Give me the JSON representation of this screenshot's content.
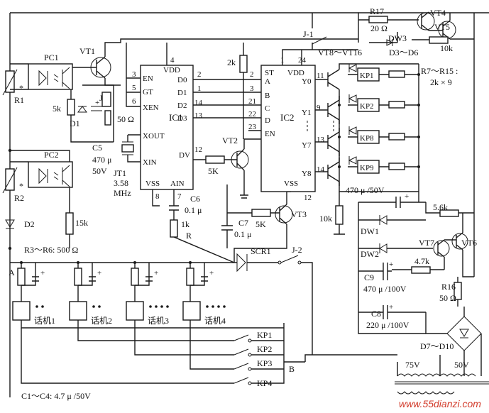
{
  "components": {
    "pc1": "PC1",
    "pc2": "PC2",
    "vt1": "VT1",
    "r1": "R1",
    "r2": "R2",
    "r_star1": "*",
    "r_star2": "*",
    "r_5k": "5k",
    "d1": "D1",
    "r_50": "50 Ω",
    "c5": "C5",
    "c5_val1": "470 μ",
    "c5_val2": "50V",
    "d2": "D2",
    "r_15k": "15k",
    "ic1": "IC1",
    "jt1": "JT1",
    "jt1_val1": "3.58",
    "jt1_val2": "MHz",
    "r_2k": "2k",
    "vt2": "VT2",
    "r_5k_b": "5K",
    "c6": "C6",
    "c6_val": "0.1 μ",
    "r_1k": "1k",
    "r_label": "R",
    "c7": "C7",
    "c7_val": "0.1 μ",
    "r_5k_c": "5K",
    "vt3": "VT3",
    "ic2": "IC2",
    "r_10k": "10k",
    "r17": "R17",
    "r17_val": "20 Ω",
    "vt4": "VT4",
    "vt5": "VT5",
    "dw3": "DW3",
    "d3_d6": "D3～D6",
    "r_10k_b": "10k",
    "j1": "J-1",
    "vt8_16": "VT8～VT16",
    "kp1": "KP1",
    "kp2": "KP2",
    "kp8": "KP8",
    "kp9": "KP9",
    "r7_15": "R7～R15 :",
    "r7_15_val": "2k × 9",
    "c_470_50": "470 μ /50V",
    "r_5_6k": "5.6k",
    "dw1": "DW1",
    "dw2": "DW2",
    "vt6": "VT6",
    "vt7": "VT7",
    "r_4_7k": "4.7k",
    "c9": "C9",
    "c9_val": "470 μ /100V",
    "r16": "R16",
    "r16_val": "50 Ω",
    "c8": "C8",
    "c8_val": "220 μ /100V",
    "d7_10": "D7～D10",
    "r3_6": "R3～R6: 500 Ω",
    "scr1": "SCR1",
    "j2": "J-2",
    "node_a": "A",
    "node_b": "B",
    "phone1": "话机1",
    "phone2": "话机2",
    "phone3": "话机3",
    "phone4": "话机4",
    "kp1b": "KP1",
    "kp2b": "KP2",
    "kp3b": "KP3",
    "kp4b": "KP4",
    "c1_4": "C1～C4: 4.7 μ /50V",
    "v75": "75V",
    "v50": "50V"
  },
  "ic1_pins": {
    "p3": "3",
    "p5": "5",
    "p6": "6",
    "p4": "4",
    "p2": "2",
    "p1": "1",
    "p14": "14",
    "p13": "13",
    "p12": "12",
    "p8": "8",
    "p7": "7",
    "en": "EN",
    "gt": "GT",
    "xen": "XEN",
    "xout": "XOUT",
    "xin": "XIN",
    "vdd": "VDD",
    "vss": "VSS",
    "ain": "AIN",
    "dv": "DV",
    "d0": "D0",
    "d1": "D1",
    "d2": "D2",
    "d3": "D3"
  },
  "ic2_pins": {
    "p1": "1",
    "p24": "24",
    "p2": "2",
    "p3": "3",
    "p21": "21",
    "p22": "22",
    "p23": "23",
    "p11": "11",
    "p9": "9",
    "p13": "13",
    "p14": "14",
    "p12": "12",
    "st": "ST",
    "vdd": "VDD",
    "a": "A",
    "b": "B",
    "c": "C",
    "d": "D",
    "en": "EN",
    "y0": "Y0",
    "y1": "Y1",
    "y7": "Y7",
    "y8": "Y8",
    "vss": "VSS"
  },
  "watermark": "www.55dianzi.com"
}
